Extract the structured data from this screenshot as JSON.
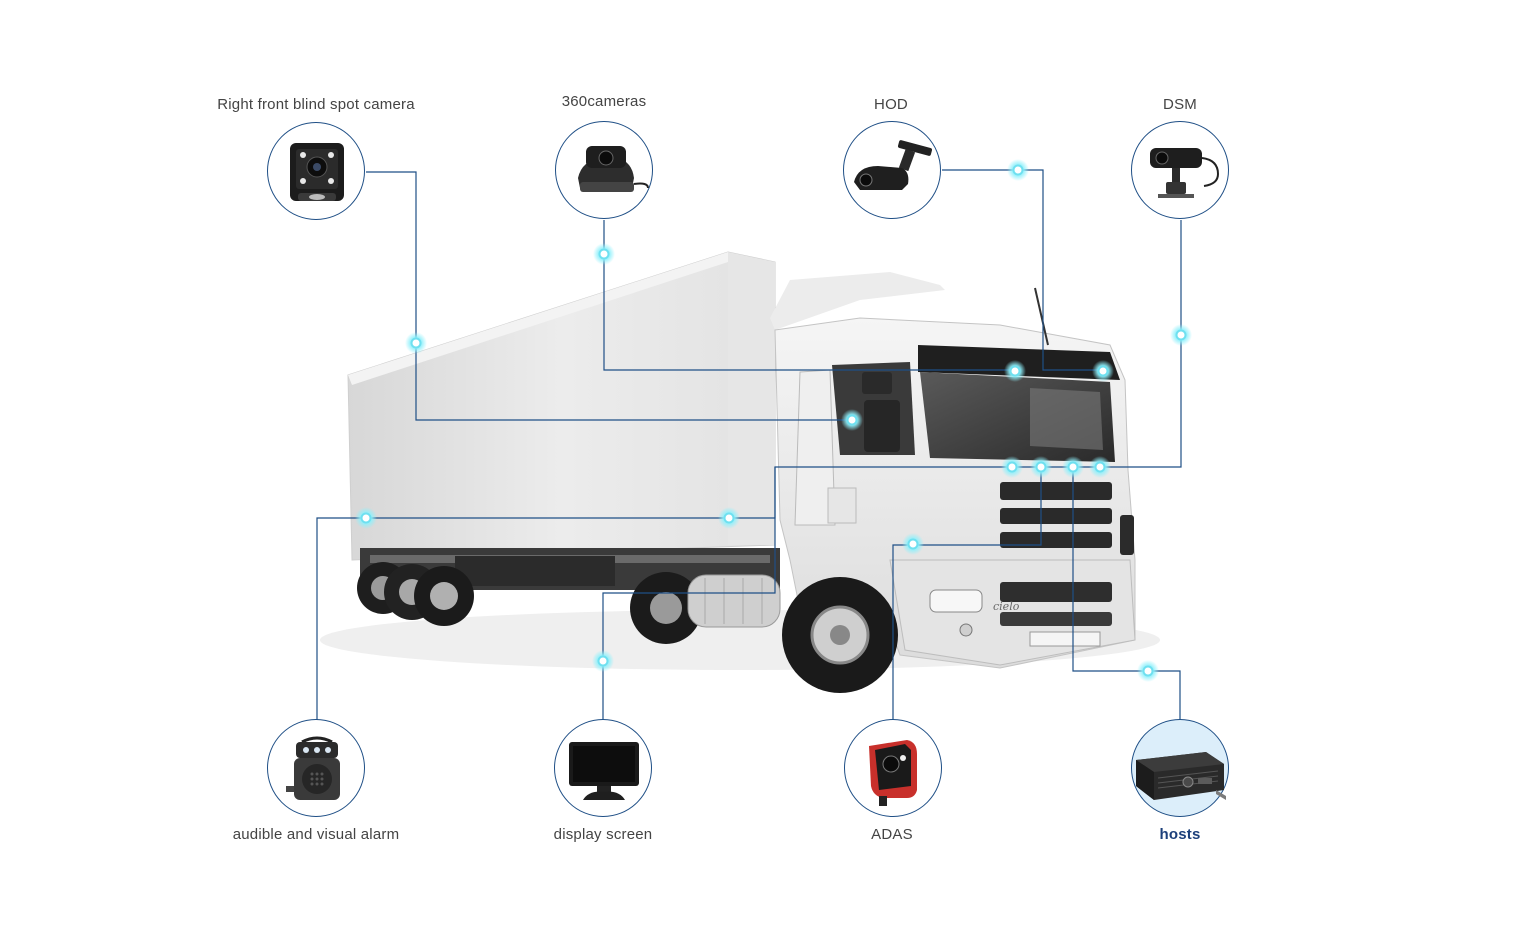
{
  "devices": {
    "right_front_camera": {
      "label": "Right front blind spot camera",
      "icon": "square-ir-camera-icon"
    },
    "cameras_360": {
      "label": "360cameras",
      "icon": "dome-camera-icon"
    },
    "hod": {
      "label": "HOD",
      "icon": "mounted-camera-icon"
    },
    "dsm": {
      "label": "DSM",
      "icon": "dsm-camera-icon"
    },
    "alarm": {
      "label": "audible and visual alarm",
      "icon": "speaker-alarm-icon"
    },
    "display": {
      "label": "display screen",
      "icon": "monitor-icon"
    },
    "adas": {
      "label": "ADAS",
      "icon": "adas-camera-icon"
    },
    "hosts": {
      "label": "hosts",
      "icon": "mdvr-host-icon",
      "active": true
    }
  },
  "truck": {
    "brand_text": "cielo"
  },
  "colors": {
    "line": "#1f4f86",
    "dot": "#7fe6f5",
    "dot_glow": "#c8f6fc",
    "active_label": "#1c3f7a",
    "label": "#444444"
  }
}
